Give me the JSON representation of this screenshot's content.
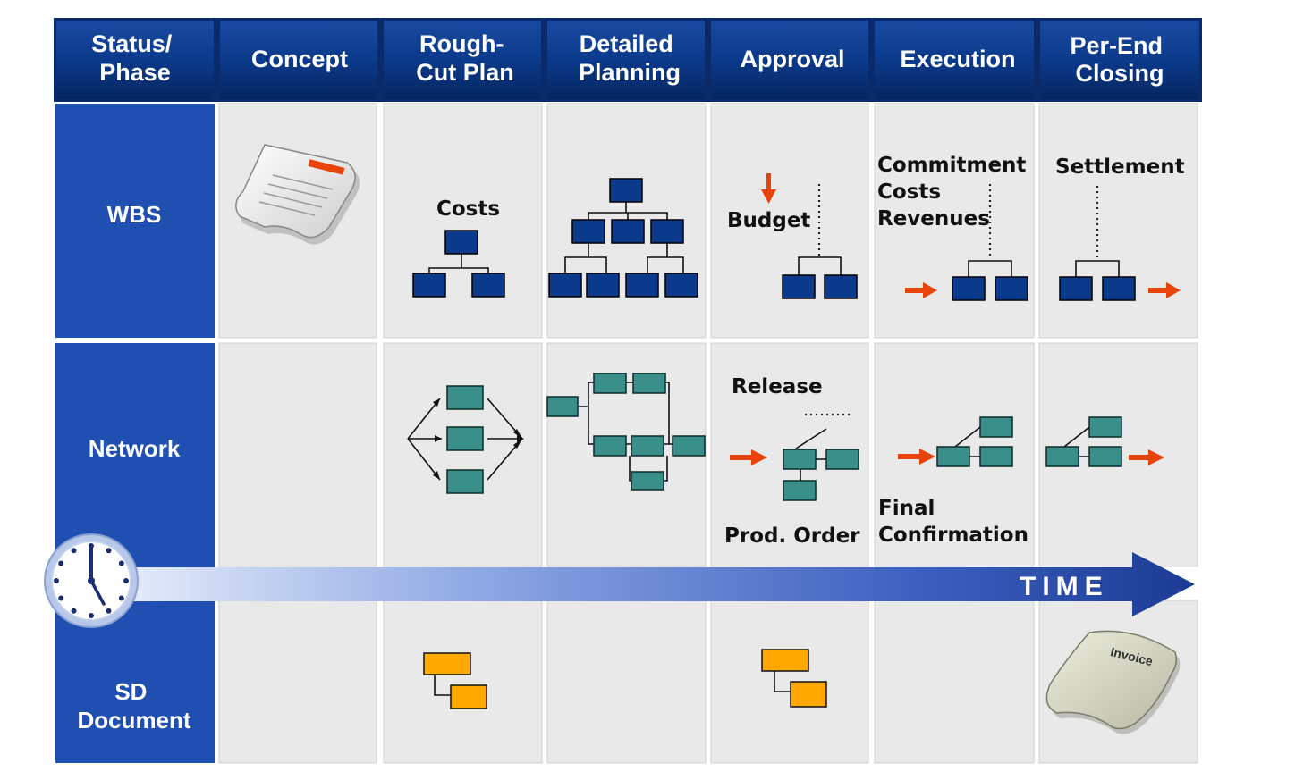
{
  "header": {
    "phase_col": [
      "Status/",
      "Phase"
    ],
    "phases": [
      [
        "Concept"
      ],
      [
        "Rough-",
        "Cut Plan"
      ],
      [
        "Detailed",
        "Planning"
      ],
      [
        "Approval"
      ],
      [
        "Execution"
      ],
      [
        "Per-End",
        "Closing"
      ]
    ]
  },
  "rows": {
    "wbs": [
      "WBS"
    ],
    "network": [
      "Network"
    ],
    "sd": [
      "SD",
      "Document"
    ]
  },
  "labels": {
    "costs": "Costs",
    "budget": "Budget",
    "commitment": [
      "Commitment",
      "Costs",
      "Revenues"
    ],
    "settlement": "Settlement",
    "release": "Release",
    "prod_order": "Prod. Order",
    "final_confirmation": [
      "Final",
      "Confirmation"
    ],
    "time": "TIME",
    "invoice": "Invoice"
  },
  "colors": {
    "header_bg": "#0b3a8c",
    "row_bg": "#1f4fb0",
    "cell_bg": "#e9e9e9",
    "wbs_box": "#0b3a8c",
    "network_box": "#3a8f8b",
    "sd_box": "#ffa800",
    "arrow": "#e8430a",
    "time_arrow": "#2a4fa8"
  },
  "icons": [
    "document-icon",
    "clock-icon",
    "invoice-icon"
  ]
}
